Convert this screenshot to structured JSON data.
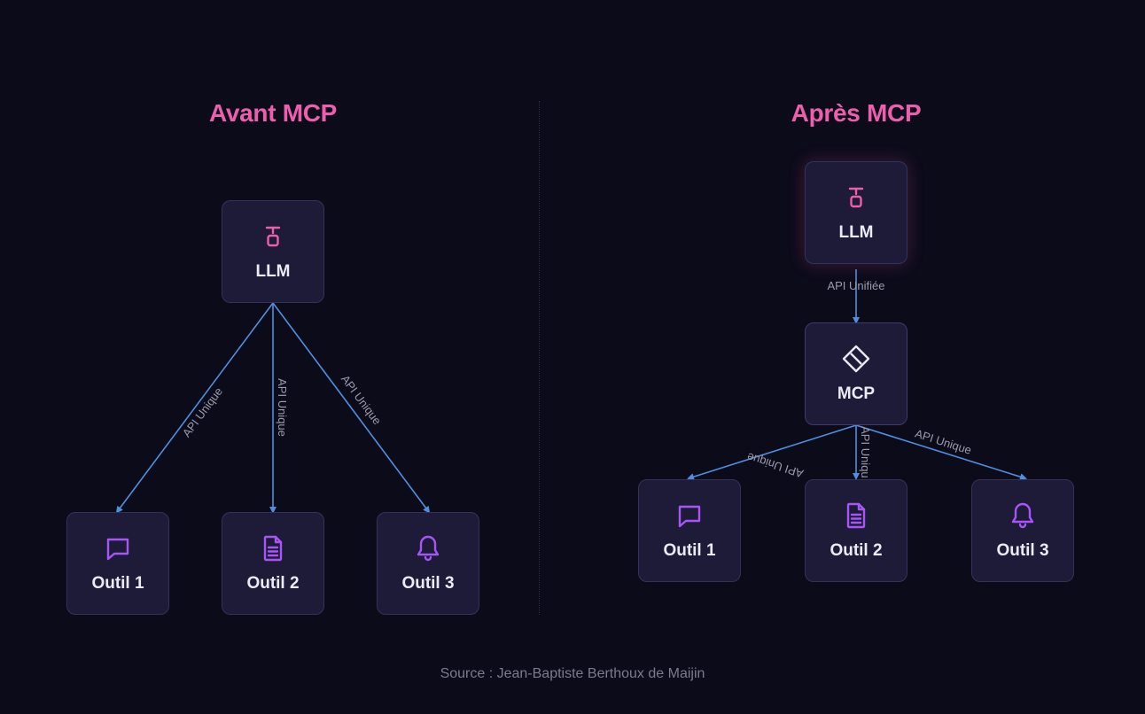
{
  "left": {
    "title": "Avant MCP",
    "llm_label": "LLM",
    "tools": [
      "Outil 1",
      "Outil 2",
      "Outil 3"
    ],
    "connections": [
      "API Unique",
      "API Unique",
      "API Unique"
    ]
  },
  "right": {
    "title": "Après MCP",
    "llm_label": "LLM",
    "mcp_label": "MCP",
    "llm_connection": "API Unifiée",
    "tools": [
      "Outil 1",
      "Outil 2",
      "Outil 3"
    ],
    "connections": [
      "API Unique",
      "API Unique",
      "API Unique"
    ]
  },
  "icons": {
    "llm": "llm-icon",
    "mcp": "mcp-diamond-icon",
    "tool1": "chat-bubble-icon",
    "tool2": "document-icon",
    "tool3": "bell-icon"
  },
  "colors": {
    "background": "#0c0b1a",
    "node": "#1d1b38",
    "title": "#ec5fac",
    "llm_icon": "#ec5fac",
    "tool_icon": "#a855f7",
    "arrow": "#4f8fe0"
  },
  "source": "Source : Jean-Baptiste Berthoux de Maijin"
}
